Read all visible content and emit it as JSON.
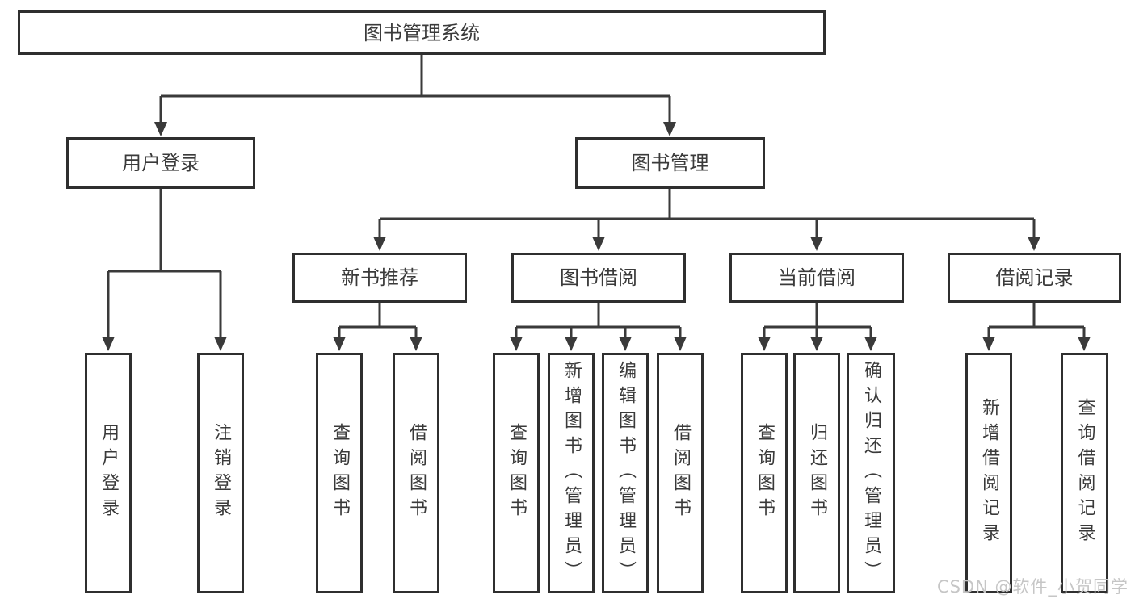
{
  "tree": {
    "root": {
      "label": "图书管理系统",
      "children": [
        {
          "label": "用户登录",
          "children": [
            {
              "label": "用户登录"
            },
            {
              "label": "注销登录"
            }
          ]
        },
        {
          "label": "图书管理",
          "children": [
            {
              "label": "新书推荐",
              "children": [
                {
                  "label": "查询图书"
                },
                {
                  "label": "借阅图书"
                }
              ]
            },
            {
              "label": "图书借阅",
              "children": [
                {
                  "label": "查询图书"
                },
                {
                  "label": "新增图书（管理员）"
                },
                {
                  "label": "编辑图书（管理员）"
                },
                {
                  "label": "借阅图书"
                }
              ]
            },
            {
              "label": "当前借阅",
              "children": [
                {
                  "label": "查询图书"
                },
                {
                  "label": "归还图书"
                },
                {
                  "label": "确认归还（管理员）"
                }
              ]
            },
            {
              "label": "借阅记录",
              "children": [
                {
                  "label": "新增借阅记录"
                },
                {
                  "label": "查询借阅记录"
                }
              ]
            }
          ]
        }
      ]
    }
  },
  "watermark": {
    "text": "CSDN @软件_小贺同学"
  },
  "colors": {
    "background": "#ffffff",
    "box_fill": "#ffffff",
    "box_border": "#2f2f2f",
    "line": "#3a3a3a",
    "text": "#3a3a3a",
    "watermark": "#c6c6c6"
  }
}
